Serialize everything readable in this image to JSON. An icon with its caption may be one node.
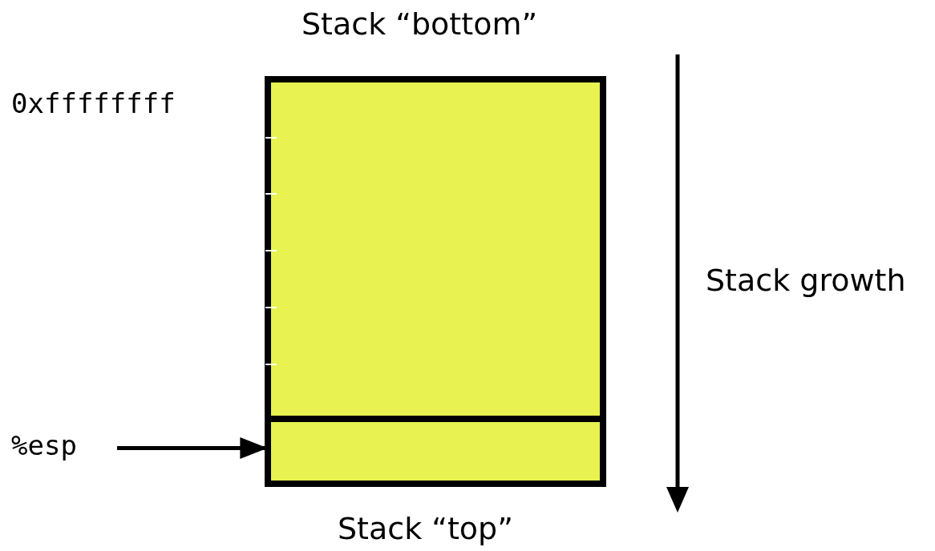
{
  "diagram": {
    "nodes": [
      {
        "text": [],
        "shape": "box"
      },
      {
        "text": [],
        "shape": "box",
        "in": 0
      },
      {
        "text": [
          "%esp"
        ]
      }
    ],
    "edges": [
      {
        "from": 2,
        "to": 1,
        "arrow": "to"
      }
    ],
    "labels": [
      "Stack “bottom”",
      "0xffffffff",
      "Stack growth",
      "Stack “top”"
    ]
  }
}
